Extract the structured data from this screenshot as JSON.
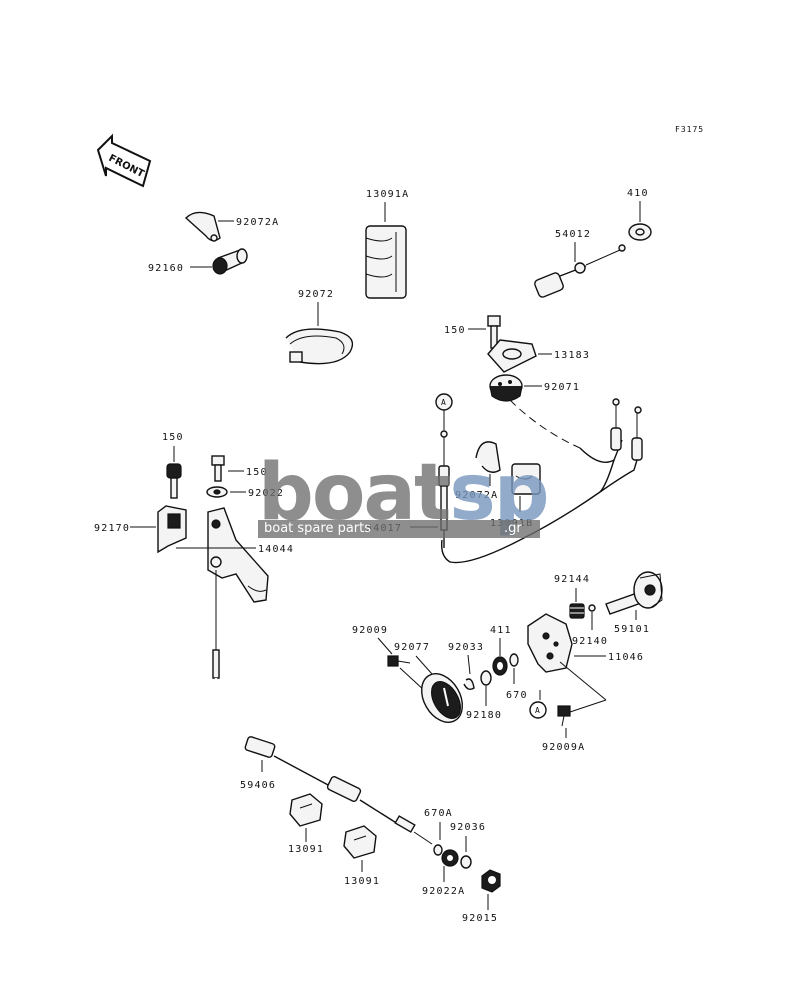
{
  "figure_code": "F3175",
  "front_label": "FRONT",
  "ref_mark": "A",
  "watermark": {
    "brand_a": "boat",
    "brand_b": "sp",
    "tagline": "boat spare parts",
    "tld": ".gr"
  },
  "parts": {
    "p92072A_top": "92072A",
    "p92160": "92160",
    "p13091A": "13091A",
    "p92072": "92072",
    "p54012": "54012",
    "p410": "410",
    "p150_top": "150",
    "p13183": "13183",
    "p92071": "92071",
    "p150_left": "150",
    "p150_mid": "150",
    "p92022": "92022",
    "p92170": "92170",
    "p14044": "14044",
    "p92072A_mid": "92072A",
    "p54017": "54017",
    "p13091B": "13091B",
    "p92144": "92144",
    "p92140": "92140",
    "p59101": "59101",
    "p92009": "92009",
    "p92077": "92077",
    "p92033": "92033",
    "p411": "411",
    "p11046": "11046",
    "p670": "670",
    "p92180": "92180",
    "p92009A": "92009A",
    "p59406": "59406",
    "p670A": "670A",
    "p92036": "92036",
    "p13091_a": "13091",
    "p13091_b": "13091",
    "p92022A": "92022A",
    "p92015": "92015"
  }
}
